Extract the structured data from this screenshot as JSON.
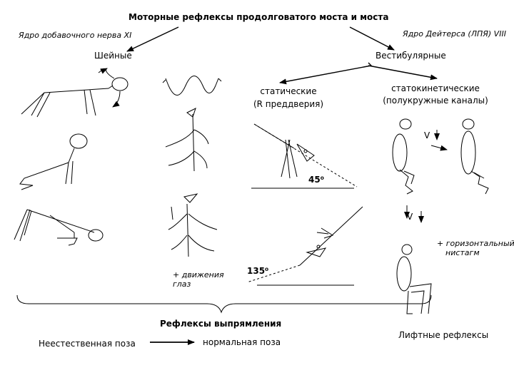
{
  "title": "Моторные рефлексы продолговатого моста и моста",
  "nucleus_left": "Ядро добавочного нерва XI",
  "nucleus_right": "Ядро Дейтерса (ЛПЯ) VIII",
  "neck_label": "Шейные",
  "vestibular_label": "Вестибулярные",
  "static": {
    "line1": "статические",
    "line2": "(R преддверия)"
  },
  "statokinetic": {
    "line1": "статокинетические",
    "line2": "(полукружные каналы)"
  },
  "v_label_1": "V",
  "v_label_2": "V",
  "angle_45": "45⁰",
  "angle_135": "135⁰",
  "nystagmus": {
    "line1": "+ горизонтальный",
    "line2": "нистагм"
  },
  "eye_movement": {
    "line1": "+ движения",
    "line2": "глаз"
  },
  "righting_reflexes": "Рефлексы выпрямления",
  "unnatural_pose": "Неестественная поза",
  "normal_pose": "нормальная поза",
  "lift_reflexes": "Лифтные рефлексы"
}
